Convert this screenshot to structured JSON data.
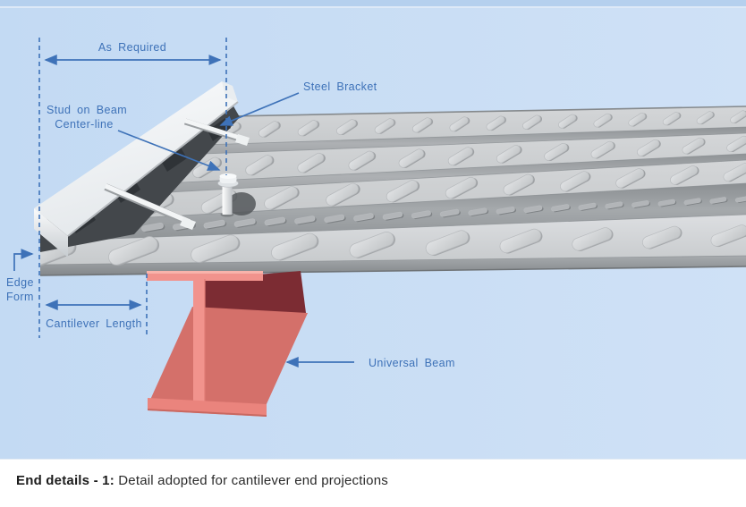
{
  "diagram": {
    "labels": {
      "as_required": "As Required",
      "steel_bracket": "Steel Bracket",
      "stud_line1": "Stud on Beam",
      "stud_line2": "Center-line",
      "edge_form_line1": "Edge",
      "edge_form_line2": "Form",
      "cantilever_length": "Cantilever Length",
      "universal_beam": "Universal Beam"
    },
    "colors": {
      "background_blue": "#c7def5",
      "annotation_blue": "#3e72b8",
      "beam_red": "#f1938d",
      "beam_red_dark": "#7c2c33",
      "beam_red_mid": "#d4706a",
      "deck_gray": "#cdd0d2",
      "edge_form_white": "#f5f7f8"
    }
  },
  "caption": {
    "prefix": "End details - 1:",
    "rest": " Detail adopted for cantilever end projections"
  }
}
